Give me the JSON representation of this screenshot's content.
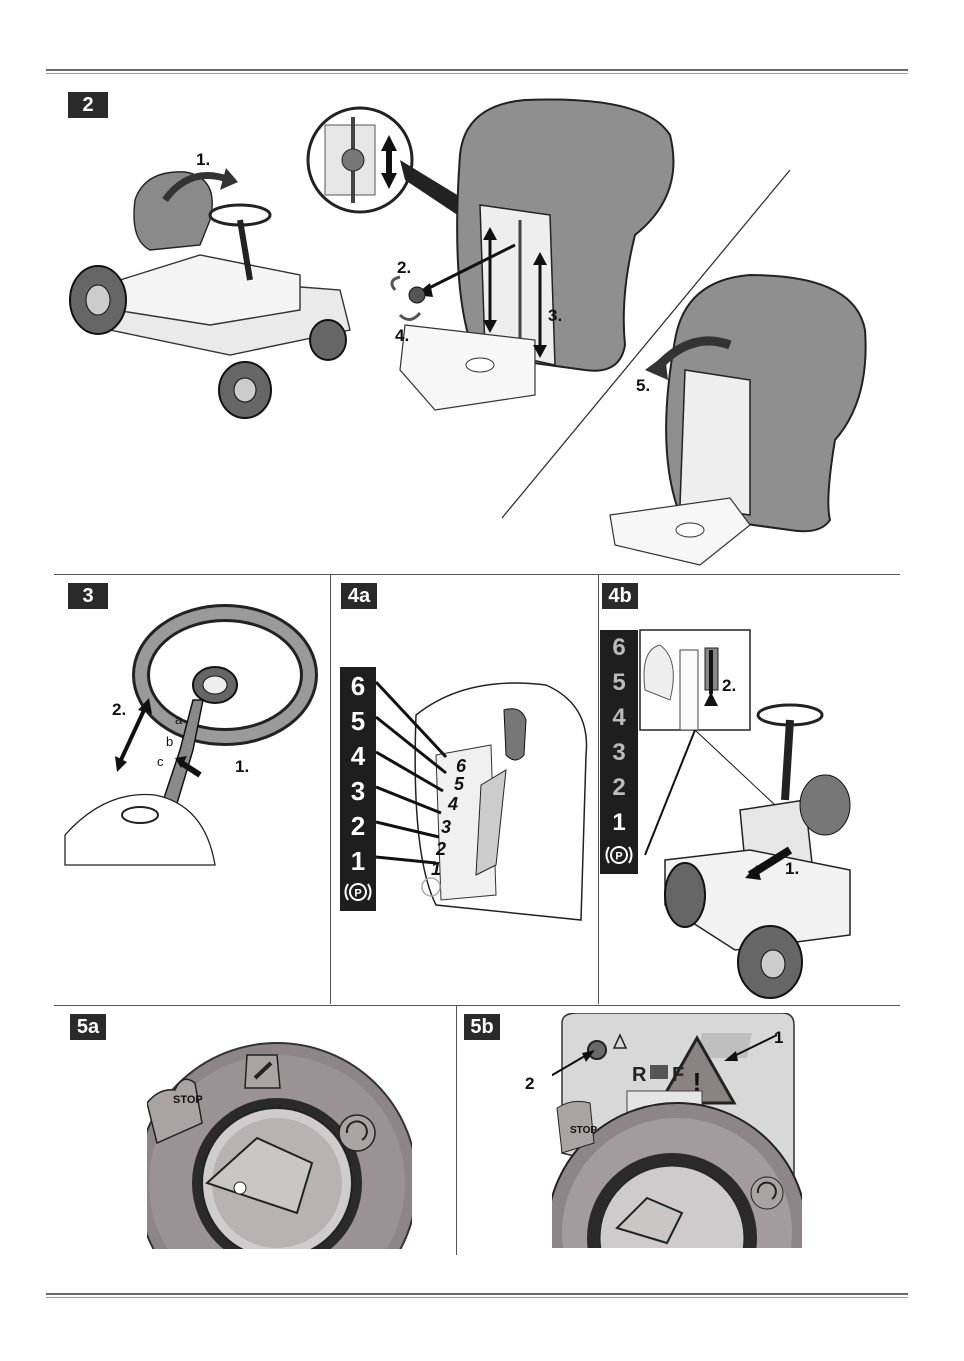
{
  "sections": {
    "s2": "2",
    "s3": "3",
    "s4a": "4a",
    "s4b": "4b",
    "s5a": "5a",
    "s5b": "5b"
  },
  "fig2": {
    "step1": "1.",
    "step2": "2.",
    "step3": "3.",
    "step4": "4.",
    "step5": "5."
  },
  "fig3": {
    "step1": "1.",
    "step2": "2.",
    "hole_a": "a",
    "hole_b": "b",
    "hole_c": "c"
  },
  "gears": [
    "6",
    "5",
    "4",
    "3",
    "2",
    "1"
  ],
  "park_symbol": "P",
  "fig4a_lever_marks": [
    "6",
    "5",
    "4",
    "3",
    "2",
    "1"
  ],
  "fig4b": {
    "step1": "1.",
    "step2": "2.",
    "lever_marks": [
      "6",
      "5",
      "4",
      "3",
      "2",
      "1"
    ]
  },
  "fig5a": {
    "stop_label": "STOP"
  },
  "fig5b": {
    "stop_label": "STOP",
    "callout1": "1",
    "callout2": "2",
    "reverse": "R",
    "forward": "F"
  },
  "colors": {
    "tag_bg": "#2a2a2a",
    "seat": "#8a8a8a",
    "panel": "#d8d8d8"
  }
}
